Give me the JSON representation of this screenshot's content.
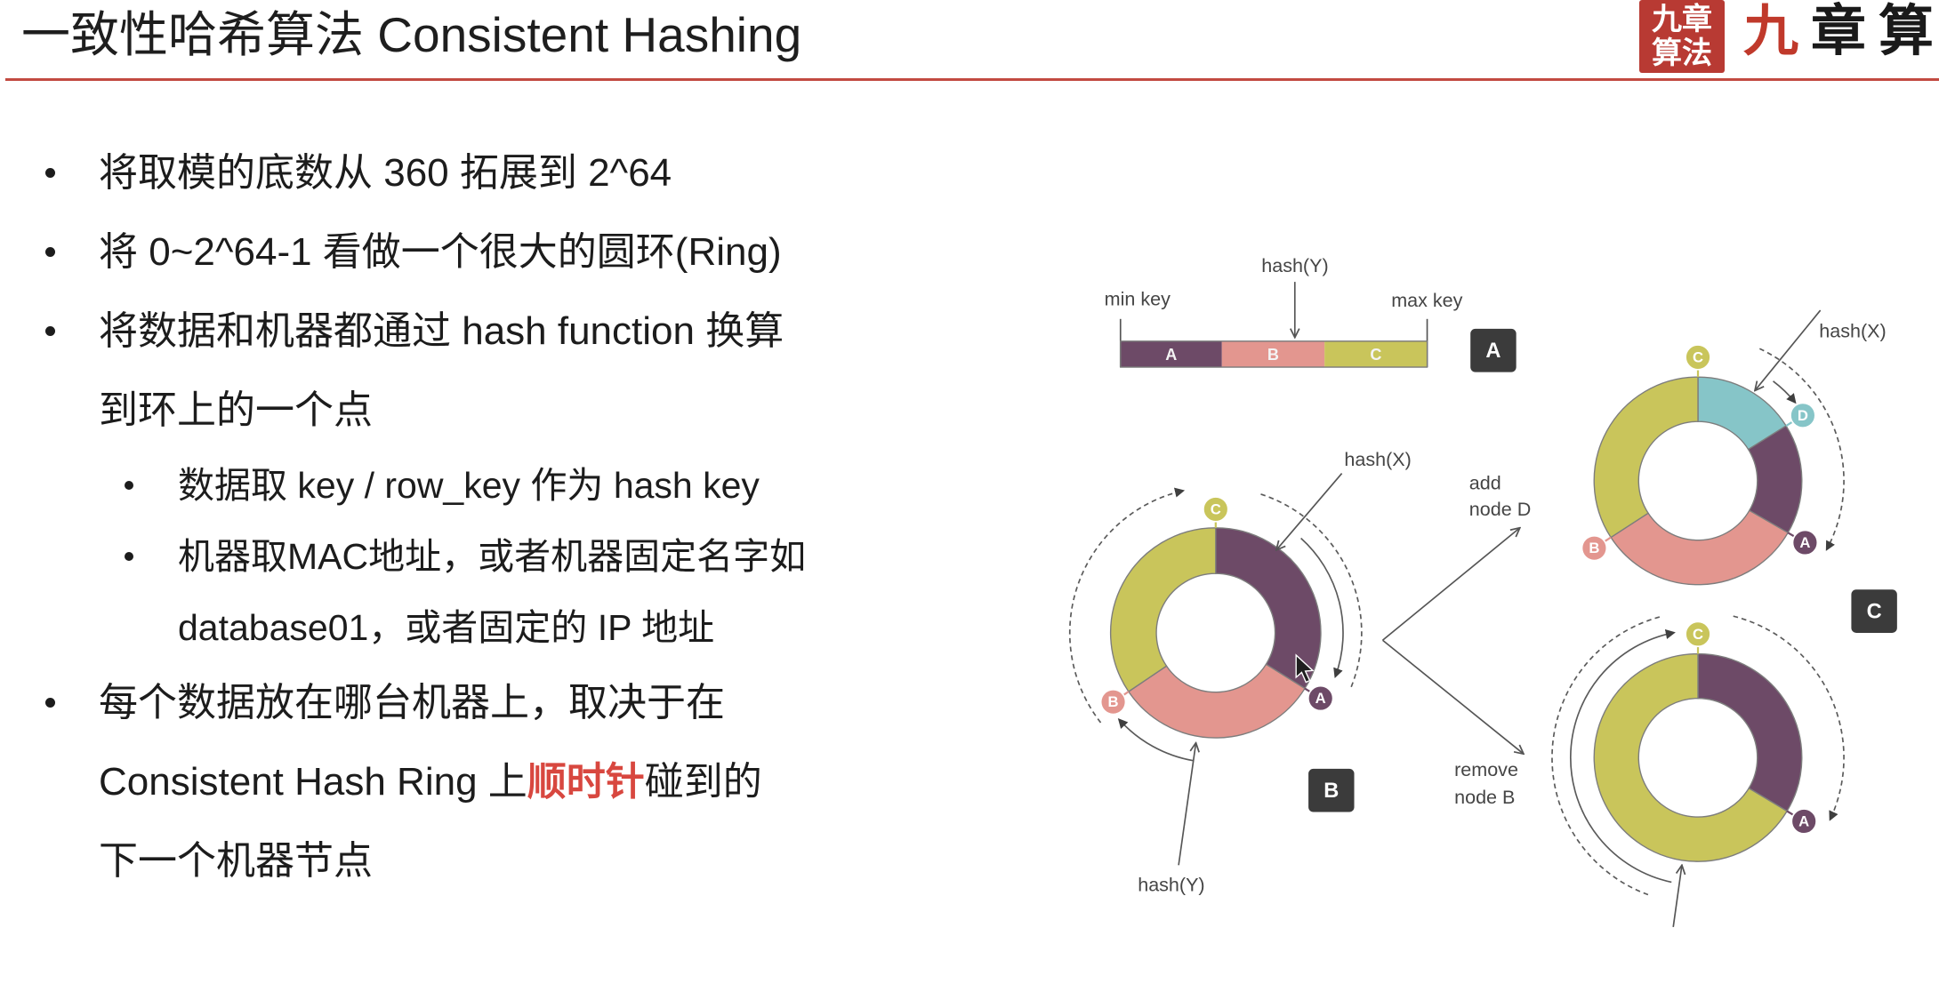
{
  "slide": {
    "title": "一致性哈希算法 Consistent Hashing",
    "logo": {
      "seal_text": "九章算法",
      "wordmark": [
        "九",
        "章",
        "算"
      ]
    }
  },
  "bullets": [
    {
      "line1": "将取模的底数从 360 拓展到 2^64"
    },
    {
      "line1": "将 0~2^64-1 看做一个很大的圆环(Ring)"
    },
    {
      "line1": "将数据和机器都通过 hash function 换算",
      "line2": "到环上的一个点",
      "sub": [
        {
          "line1": "数据取 key / row_key 作为 hash key"
        },
        {
          "line1": "机器取MAC地址，或者机器固定名字如",
          "line2": "database01，或者固定的 IP 地址"
        }
      ]
    },
    {
      "line1": "每个数据放在哪台机器上，取决于在",
      "line2": {
        "before": "Consistent Hash Ring 上",
        "highlight": "顺时针",
        "after": "碰到的"
      },
      "line3": "下一个机器节点"
    }
  ],
  "diagram": {
    "panel_labels": [
      "A",
      "B",
      "C"
    ],
    "key_range": {
      "min_label": "min key",
      "max_label": "max key",
      "segments": [
        "A",
        "B",
        "C"
      ]
    },
    "hash_labels": {
      "x": "hash(X)",
      "y": "hash(Y)"
    },
    "transitions": {
      "add": [
        "add",
        "node D"
      ],
      "remove": [
        "remove",
        "node B"
      ]
    },
    "nodes": {
      "A": "A",
      "B": "B",
      "C": "C",
      "D": "D"
    }
  },
  "icons": {
    "cursor": "mouse-pointer-icon"
  },
  "colors": {
    "title_rule": "#c24a41",
    "highlight": "#d8473f",
    "seal": "#b83a33",
    "wordmark_accent": "#c0392b",
    "node_a": "#6d4a67",
    "node_b": "#e3968f",
    "node_c": "#c9c55b",
    "node_d": "#86c5c8",
    "panel_label_bg": "#3b3b3b"
  }
}
